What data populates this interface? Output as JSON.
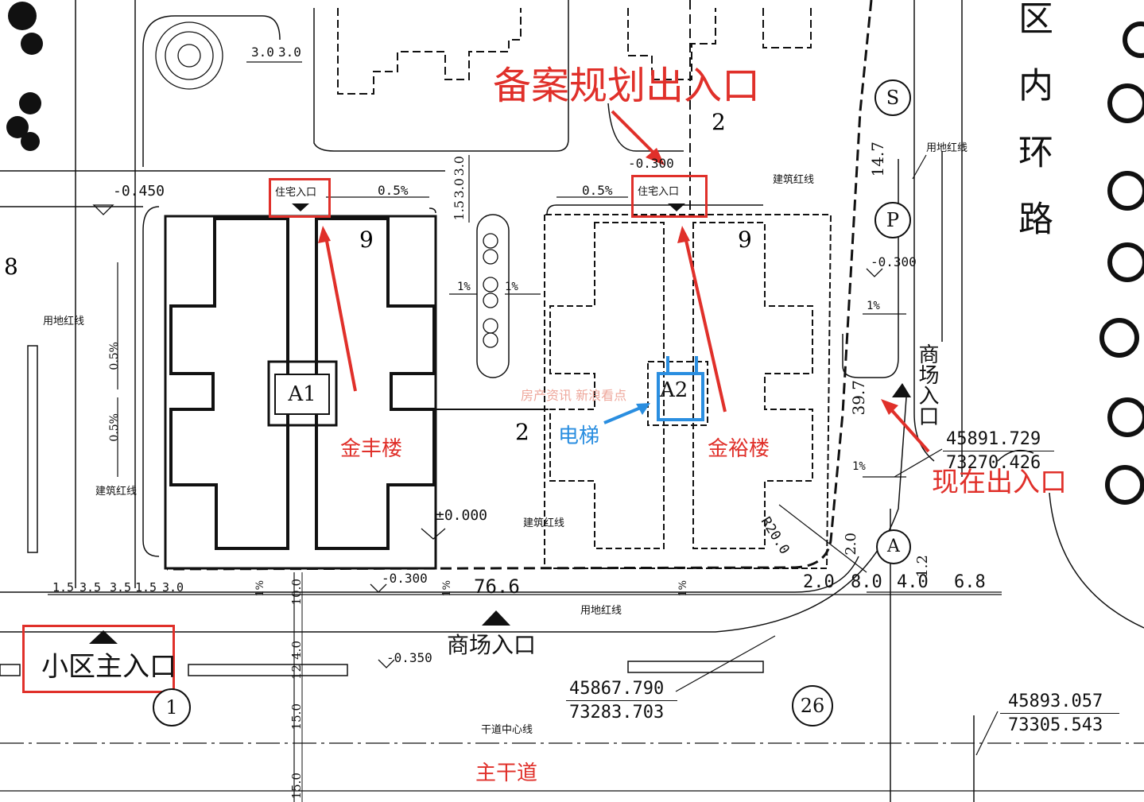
{
  "annotations": {
    "planned_entrance": "备案规划出入口",
    "current_entrance": "现在出入口",
    "complex_main_entrance": "小区主入口",
    "main_road": "主干道",
    "jinfeng_building": "金丰楼",
    "jinyu_building": "金裕楼",
    "elevator": "电梯"
  },
  "plan": {
    "residential_entrance": "住宅入口",
    "mall_entrance_bottom": "商场入口",
    "mall_entrance_right": "商场入口",
    "inner_ring_road": "区内环路",
    "land_red_line": "用地红线",
    "building_red_line": "建筑红线",
    "road_center_line": "干道中心线",
    "building_a1": "A1",
    "building_a2": "A2",
    "floors_a1": "9",
    "floors_a2": "9",
    "floors_top": "2",
    "floors_mid": "2",
    "floors_left": "8",
    "elev_0450": "-0.450",
    "elev_0300_top": "-0.300",
    "elev_0300_right": "-0.300",
    "elev_0300_bottom": "-0.300",
    "elev_0350": "-0.350",
    "elev_zero": "±0.000",
    "slope_05_a": "0.5%",
    "slope_05_b": "0.5%",
    "slope_05_v1": "0.5%",
    "slope_05_v2": "0.5%",
    "slope_1_a": "1%",
    "slope_1_b": "1%",
    "slope_1_c": "1%",
    "slope_1_d": "1%",
    "slope_1_e": "1%",
    "slope_1_f": "1%",
    "slope_1_g": "1%",
    "dim_30_a": "3.0",
    "dim_30_b": "3.0",
    "dim_30_v": "3.0",
    "dim_15_v": "1.5",
    "dim_30_v2": "3.0",
    "dim_147": "14.7",
    "dim_397": "39.7",
    "dim_766": "76.6",
    "dim_15": "1.5",
    "dim_35a": "3.5",
    "dim_35b": "3.5",
    "dim_15b": "1.5",
    "dim_30c": "3.0",
    "dim_100": "10.0",
    "dim_40": "4.0",
    "dim_12": "12",
    "dim_150a": "15.0",
    "dim_150b": "15.0",
    "dim_20a": "2.0",
    "dim_80": "8.0",
    "dim_40b": "4.0",
    "dim_68": "6.8",
    "dim_12b": "1.2",
    "dim_20b": "2.0",
    "radius": "R20.0",
    "coord1_x": "45891.729",
    "coord1_y": "73270.426",
    "coord2_x": "45867.790",
    "coord2_y": "73283.703",
    "coord3_x": "45893.057",
    "coord3_y": "73305.543",
    "marker_s": "S",
    "marker_p": "P",
    "marker_a": "A",
    "marker_1": "1",
    "marker_26": "26"
  },
  "watermark": "房产资讯 新浪看点",
  "colors": {
    "annotation_red": "#e0302a",
    "annotation_blue": "#2a8ee0",
    "ink": "#111111"
  }
}
